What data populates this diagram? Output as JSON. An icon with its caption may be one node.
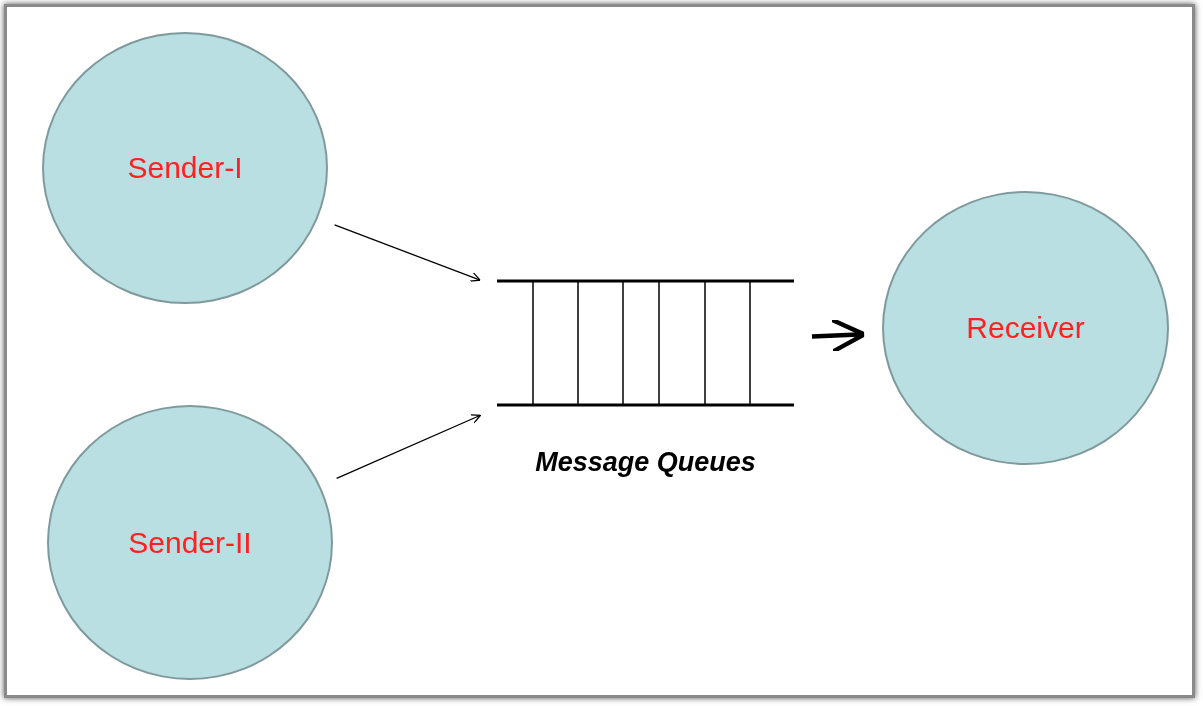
{
  "diagram": {
    "nodes": [
      {
        "text": [
          "Sender-I"
        ]
      },
      {
        "text": [
          "Sender-II"
        ]
      },
      {
        "text": [
          "Message Queues"
        ]
      },
      {
        "text": [
          "Receiver"
        ]
      }
    ],
    "edges": [
      {
        "from": 0,
        "to": 2,
        "arrow": "to"
      },
      {
        "from": 1,
        "to": 2,
        "arrow": "to"
      },
      {
        "from": 2,
        "to": 3,
        "arrow": "to",
        "style": "thick"
      }
    ]
  }
}
